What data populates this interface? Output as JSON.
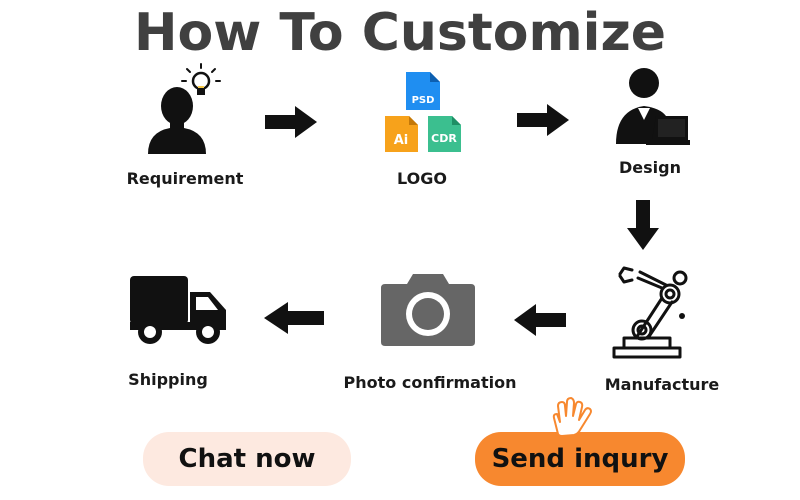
{
  "title": "How To Customize",
  "steps": [
    {
      "label": "Requirement"
    },
    {
      "label": "LOGO"
    },
    {
      "label": "Design"
    },
    {
      "label": "Manufacture"
    },
    {
      "label": "Photo confirmation"
    },
    {
      "label": "Shipping"
    }
  ],
  "logo_files": {
    "psd": "PSD",
    "ai": "Ai",
    "cdr": "CDR"
  },
  "buttons": {
    "chat": "Chat now",
    "send": "Send inqury"
  },
  "colors": {
    "title": "#404040",
    "icon": "#111111",
    "camera": "#666666",
    "psd": "#1f8ef1",
    "ai": "#f7a21b",
    "cdr": "#3bbf8f",
    "send_button": "#f7882f",
    "chat_button": "#fde9e0"
  },
  "icons": [
    "person-idea-icon",
    "file-types-icon",
    "designer-icon",
    "robot-arm-icon",
    "camera-icon",
    "truck-icon",
    "hand-pointer-icon"
  ]
}
